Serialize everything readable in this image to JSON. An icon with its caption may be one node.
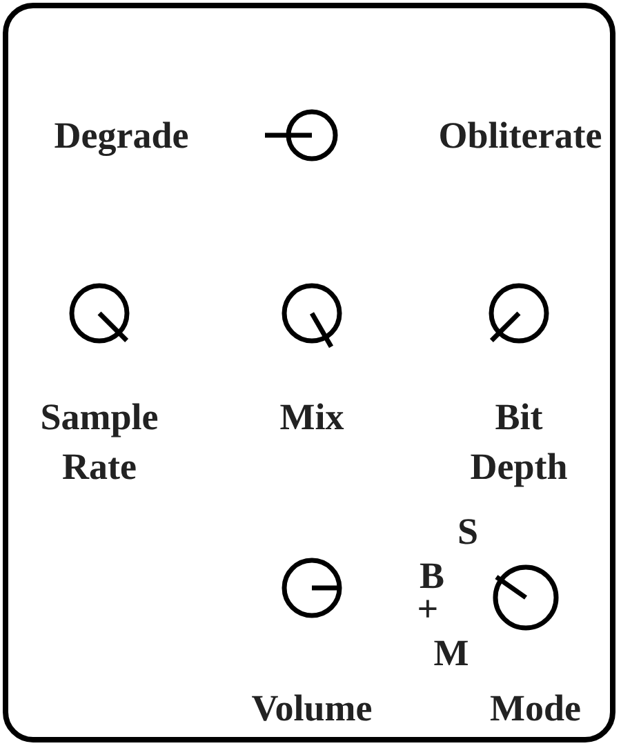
{
  "diagram": {
    "labels": [
      "Degrade",
      "Obliterate",
      "Sample Rate",
      "Mix",
      "Bit Depth",
      "S",
      "B",
      "+",
      "M",
      "Volume",
      "Mode"
    ]
  }
}
